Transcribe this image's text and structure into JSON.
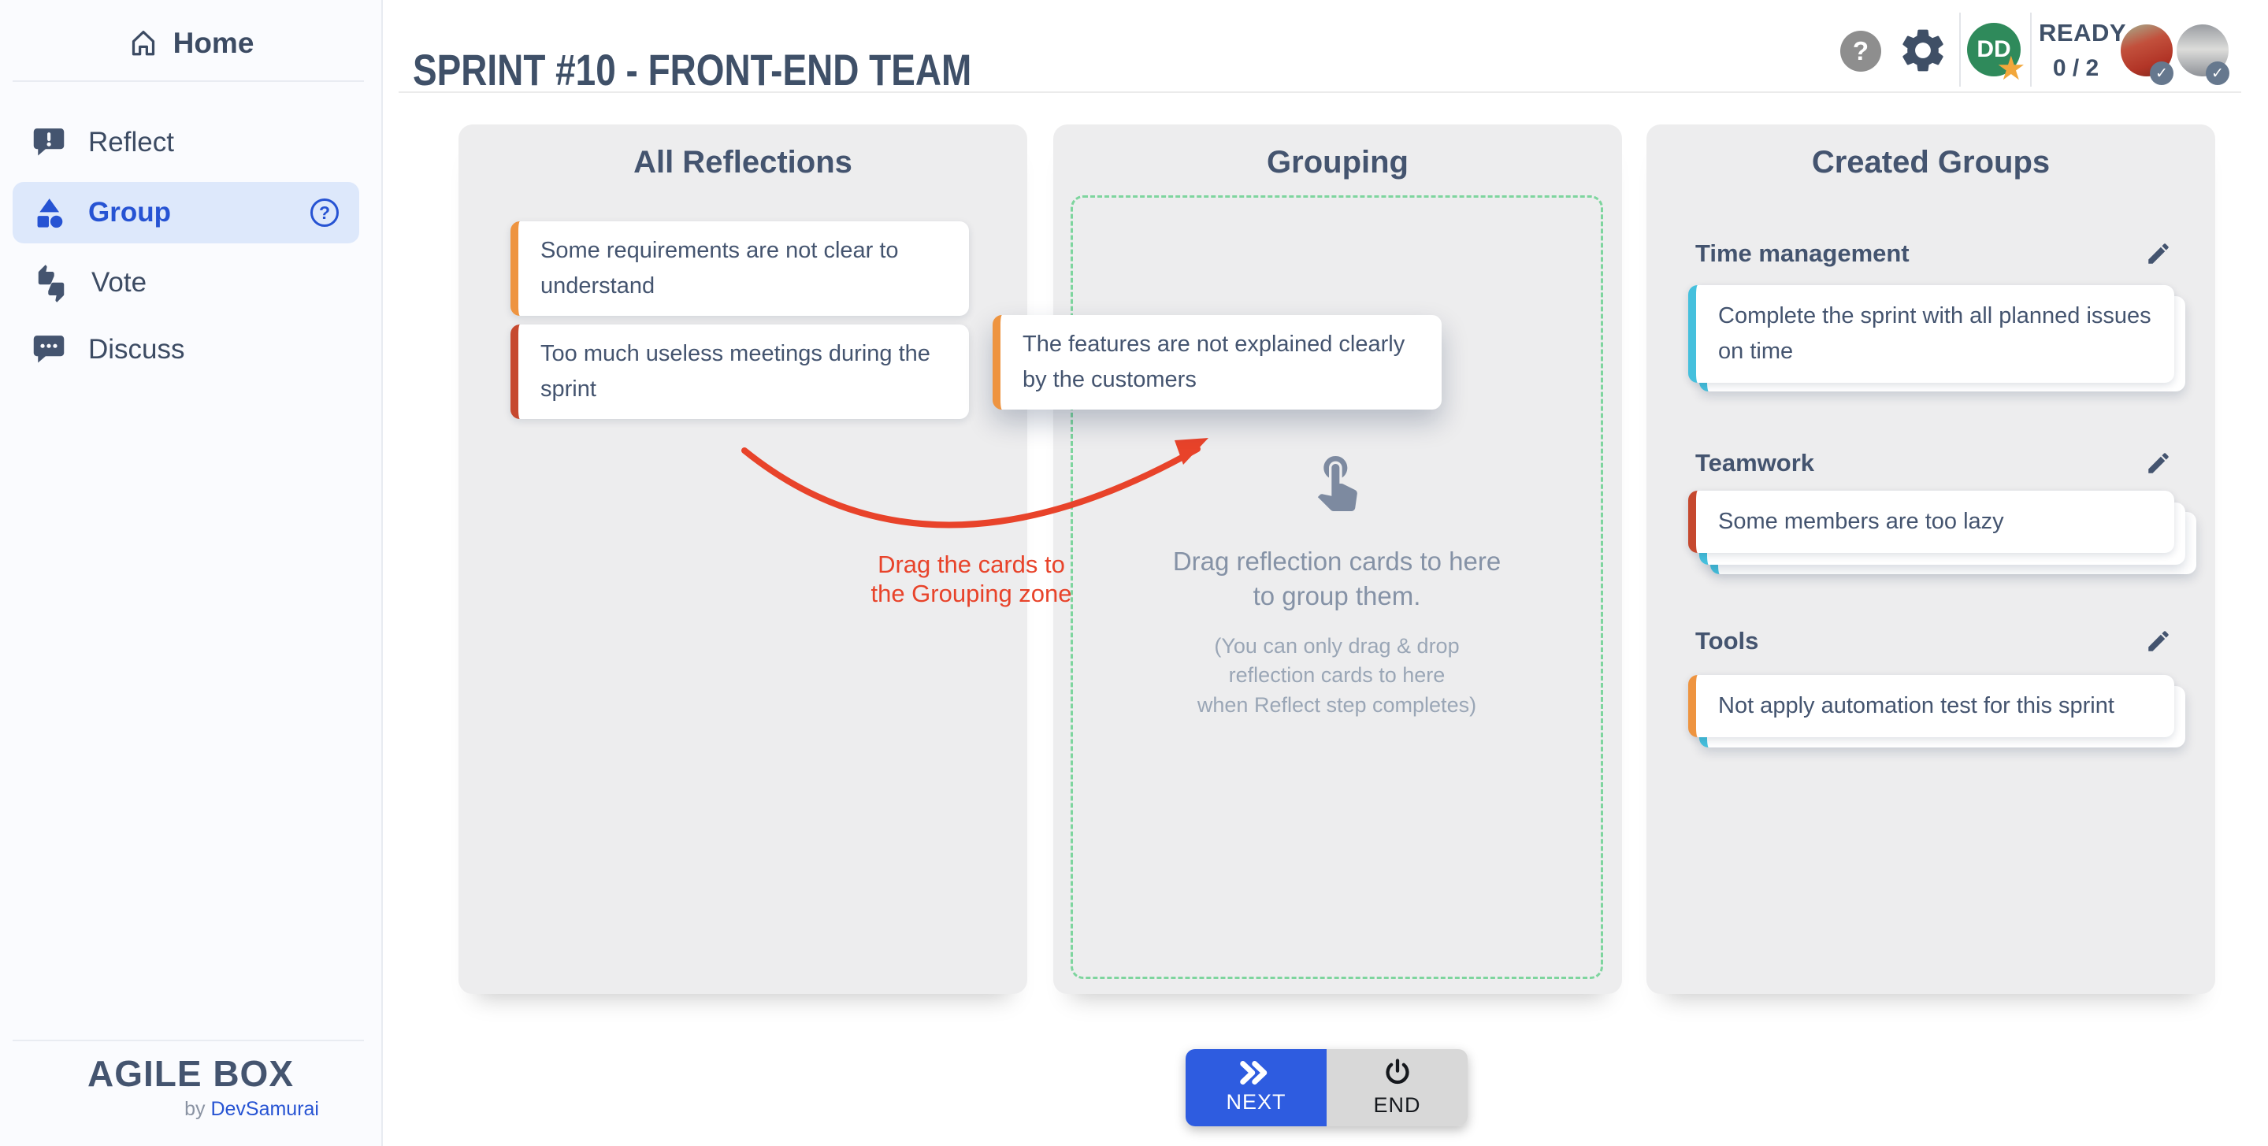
{
  "sidebar": {
    "home_label": "Home",
    "items": [
      {
        "label": "Reflect"
      },
      {
        "label": "Group"
      },
      {
        "label": "Vote"
      },
      {
        "label": "Discuss"
      }
    ],
    "group_help": "?",
    "logo": "AGILE BOX",
    "by_prefix": "by ",
    "by_brand": "DevSamurai"
  },
  "header": {
    "title": "SPRINT #10 - FRONT-END TEAM",
    "help_glyph": "?",
    "avatar_initials": "DD",
    "star": "★",
    "ready_label": "READY",
    "ready_count": "0 / 2",
    "check": "✓"
  },
  "board": {
    "reflections": {
      "title": "All Reflections",
      "cards": [
        {
          "text": "Some requirements are not clear to understand",
          "accent": "#EE9440"
        },
        {
          "text": "Too much useless meetings during the sprint",
          "accent": "#C6492F"
        }
      ]
    },
    "grouping": {
      "title": "Grouping",
      "main_line1": "Drag reflection cards to here",
      "main_line2": "to group them.",
      "note_line1": "(You can only drag & drop",
      "note_line2": "reflection cards to here",
      "note_line3": "when Reflect step completes)"
    },
    "created": {
      "title": "Created Groups",
      "stack_accent": "#45C0DD",
      "groups": [
        {
          "name": "Time management",
          "card_text": "Complete the sprint with all planned issues on time",
          "accent": "#45C0DD"
        },
        {
          "name": "Teamwork",
          "card_text": "Some members are too lazy",
          "accent": "#C6492F"
        },
        {
          "name": "Tools",
          "card_text": "Not apply automation test for this sprint",
          "accent": "#EE9440"
        }
      ]
    }
  },
  "dragged_card": {
    "text": "The features are not explained clearly by the customers",
    "accent": "#EE9440"
  },
  "annotation": {
    "line1": "Drag the cards to",
    "line2": "the Grouping zone",
    "color": "#E8432A"
  },
  "actions": {
    "next_label": "NEXT",
    "end_label": "END",
    "next_color": "#2E5CE0"
  },
  "colors": {
    "dropzone_green": "#7ED59E"
  }
}
